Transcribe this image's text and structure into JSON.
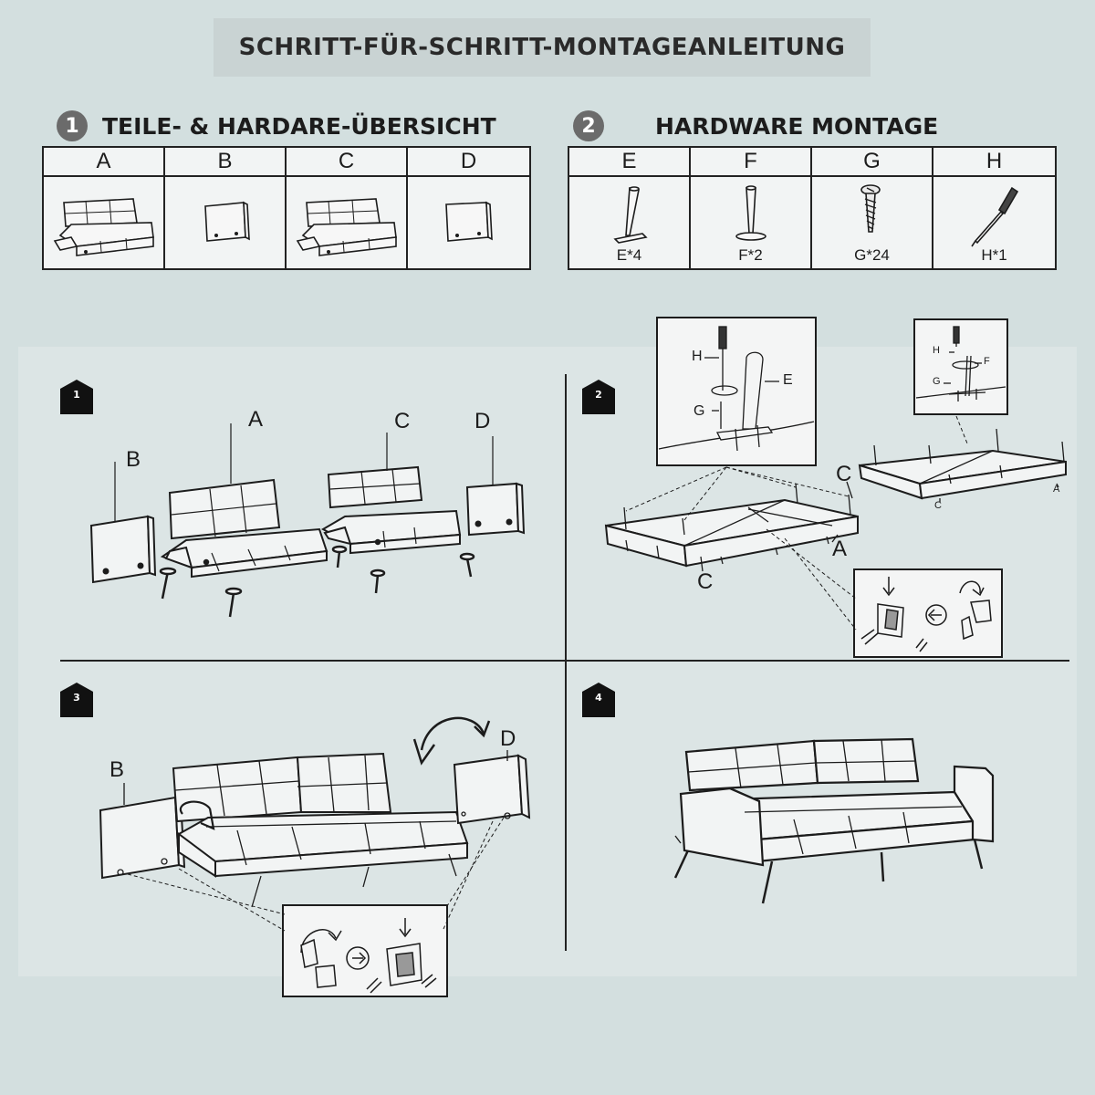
{
  "page_title": "SCHRITT-FÜR-SCHRITT-MONTAGEANLEITUNG",
  "section1": {
    "number": "1",
    "title": "TEILE- & HARDARE-ÜBERSICHT",
    "parts": [
      {
        "letter": "A",
        "icon": "sofa-section-icon"
      },
      {
        "letter": "B",
        "icon": "armrest-panel-icon"
      },
      {
        "letter": "C",
        "icon": "sofa-section-icon"
      },
      {
        "letter": "D",
        "icon": "armrest-panel-icon"
      }
    ]
  },
  "section2": {
    "number": "2",
    "title": "HARDWARE MONTAGE",
    "parts": [
      {
        "letter": "E",
        "qty": "E*4",
        "icon": "tapered-leg-icon"
      },
      {
        "letter": "F",
        "qty": "F*2",
        "icon": "center-leg-icon"
      },
      {
        "letter": "G",
        "qty": "G*24",
        "icon": "screw-icon"
      },
      {
        "letter": "H",
        "qty": "H*1",
        "icon": "screwdriver-icon"
      }
    ]
  },
  "steps": [
    {
      "number": "1",
      "labels": {
        "a": "A",
        "b": "B",
        "c": "C",
        "d": "D"
      }
    },
    {
      "number": "2",
      "labels": {
        "h": "H",
        "e": "E",
        "g": "G",
        "h2": "H",
        "f": "F",
        "g2": "G",
        "c": "C",
        "a": "A",
        "c2": "C",
        "c3": "C",
        "a2": "A"
      }
    },
    {
      "number": "3",
      "labels": {
        "b": "B",
        "d": "D"
      }
    },
    {
      "number": "4"
    }
  ],
  "colors": {
    "background": "#d3dfdf",
    "line": "#1c1c1c",
    "title_box": "#c9d3d3"
  }
}
